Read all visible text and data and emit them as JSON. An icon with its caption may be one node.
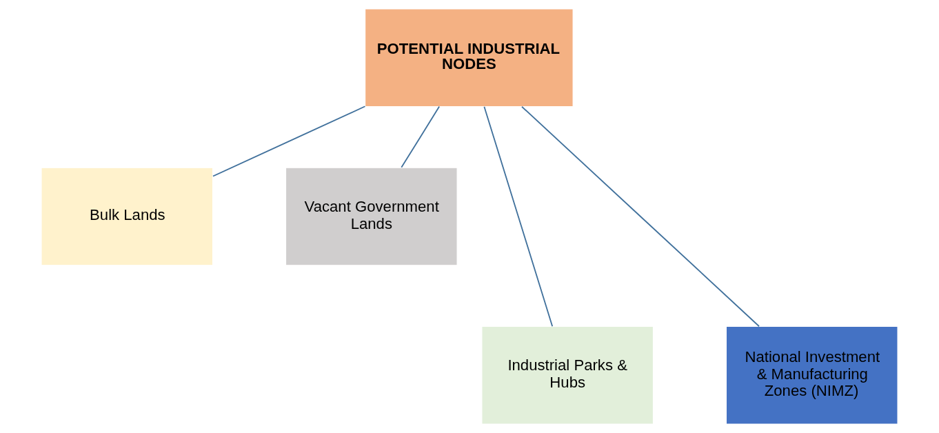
{
  "diagram": {
    "nodes": [
      {
        "text": [
          "POTENTIAL INDUSTRIAL NODES"
        ]
      },
      {
        "text": [
          "Bulk Lands"
        ]
      },
      {
        "text": [
          "Vacant Government Lands"
        ]
      },
      {
        "text": [
          "Industrial Parks & Hubs"
        ]
      },
      {
        "text": [
          "National Investment & Manufacturing Zones (NIMZ)"
        ]
      }
    ],
    "edges": [
      {
        "from": 0,
        "to": 1,
        "arrow": "none"
      },
      {
        "from": 0,
        "to": 2,
        "arrow": "none"
      },
      {
        "from": 0,
        "to": 3,
        "arrow": "none"
      },
      {
        "from": 0,
        "to": 4,
        "arrow": "none"
      }
    ]
  }
}
